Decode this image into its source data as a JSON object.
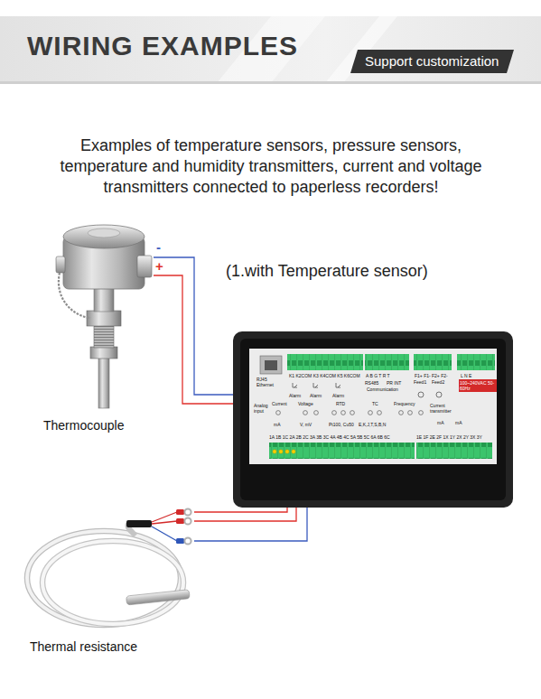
{
  "diagram": {
    "title": "WIRING EXAMPLES",
    "nodes": [
      {
        "text": [
          "Support customization"
        ]
      },
      {
        "text": [
          "Thermocouple"
        ]
      },
      {
        "text": [
          "RJ45 Ethernet",
          "K1 K2COM K3 K4COM K5 K6COM",
          "Alarm",
          "Alarm",
          "Alarm",
          "A B G T R T",
          "RS485",
          "PR INT",
          "Communication",
          "F1+ F1- F2+ F2-",
          "Feed1",
          "Feed2",
          "L N E",
          "100~240VAC 50-60Hz",
          "Analog input",
          "Current",
          "Voltage",
          "RTD",
          "TC",
          "Frequency",
          "Current transmitter",
          "mA",
          "V, mV",
          "Pt100, Cu50",
          "E,K,J,T,S,B,N",
          "1A 1B 1C 2A 2B 2C 3A 3B 3C 4A 4B 4C 5A 5B 5C 6A 6B 6C",
          "1E 1F 2E 2F 1X 1Y 2X 2Y 3X 3Y",
          "mA",
          "mA"
        ]
      },
      {
        "text": [
          "Thermal resistance"
        ]
      }
    ],
    "edges": [
      {
        "from": 1,
        "to": 2,
        "arrow": "none",
        "label": "-"
      },
      {
        "from": 1,
        "to": 2,
        "arrow": "none",
        "label": "+"
      },
      {
        "from": 3,
        "to": 2,
        "arrow": "none"
      },
      {
        "from": 3,
        "to": 2,
        "arrow": "none"
      },
      {
        "from": 3,
        "to": 2,
        "arrow": "none"
      }
    ],
    "labels": [
      "Examples of temperature sensors, pressure sensors, temperature and humidity transmitters, current and voltage transmitters connected to paperless recorders!",
      "(1.with Temperature sensor)"
    ]
  }
}
